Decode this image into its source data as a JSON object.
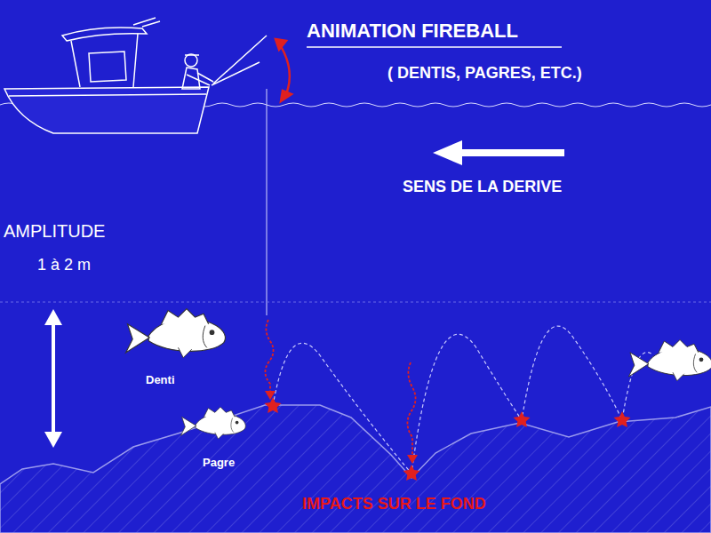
{
  "diagram": {
    "title": "ANIMATION FIREBALL",
    "labels": [
      "( DENTIS, PAGRES, ETC.)",
      "SENS DE LA DERIVE",
      "AMPLITUDE",
      "1 à 2 m",
      "Denti",
      "Pagre",
      "IMPACTS SUR LE FOND"
    ]
  }
}
